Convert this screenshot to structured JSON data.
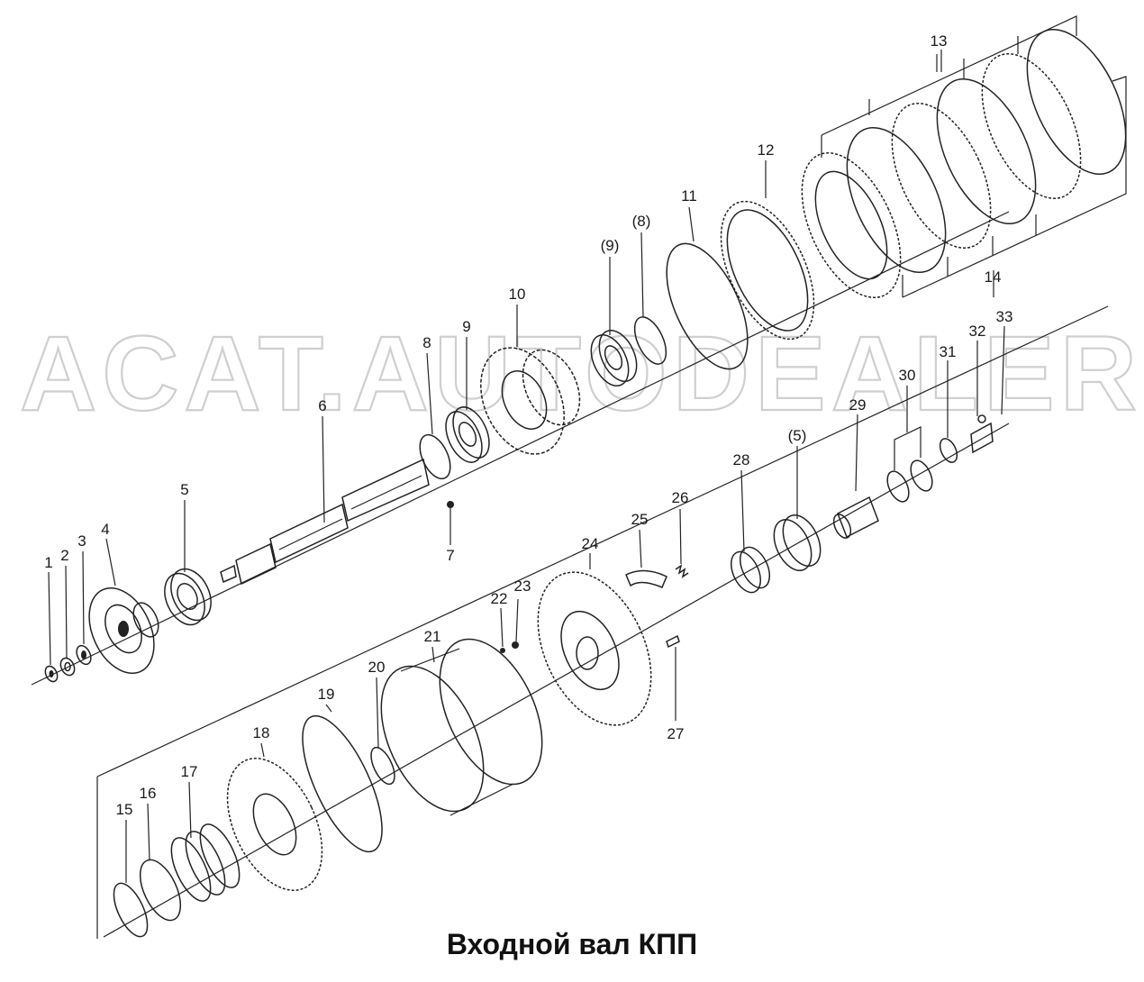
{
  "watermark": "ACAT.AUTODEALER.RU",
  "caption": "Входной вал КПП",
  "callouts": [
    {
      "id": "1",
      "label": "1"
    },
    {
      "id": "2",
      "label": "2"
    },
    {
      "id": "3",
      "label": "3"
    },
    {
      "id": "4",
      "label": "4"
    },
    {
      "id": "5",
      "label": "5"
    },
    {
      "id": "6",
      "label": "6"
    },
    {
      "id": "7",
      "label": "7"
    },
    {
      "id": "8",
      "label": "8"
    },
    {
      "id": "9",
      "label": "9"
    },
    {
      "id": "10",
      "label": "10"
    },
    {
      "id": "p9",
      "label": "(9)"
    },
    {
      "id": "p8",
      "label": "(8)"
    },
    {
      "id": "11",
      "label": "11"
    },
    {
      "id": "12",
      "label": "12"
    },
    {
      "id": "13",
      "label": "13"
    },
    {
      "id": "14",
      "label": "14"
    },
    {
      "id": "15",
      "label": "15"
    },
    {
      "id": "16",
      "label": "16"
    },
    {
      "id": "17",
      "label": "17"
    },
    {
      "id": "18",
      "label": "18"
    },
    {
      "id": "19",
      "label": "19"
    },
    {
      "id": "20",
      "label": "20"
    },
    {
      "id": "21",
      "label": "21"
    },
    {
      "id": "22",
      "label": "22"
    },
    {
      "id": "23",
      "label": "23"
    },
    {
      "id": "24",
      "label": "24"
    },
    {
      "id": "25",
      "label": "25"
    },
    {
      "id": "26",
      "label": "26"
    },
    {
      "id": "27",
      "label": "27"
    },
    {
      "id": "28",
      "label": "28"
    },
    {
      "id": "p5",
      "label": "(5)"
    },
    {
      "id": "29",
      "label": "29"
    },
    {
      "id": "30",
      "label": "30"
    },
    {
      "id": "31",
      "label": "31"
    },
    {
      "id": "32",
      "label": "32"
    },
    {
      "id": "33",
      "label": "33"
    }
  ]
}
